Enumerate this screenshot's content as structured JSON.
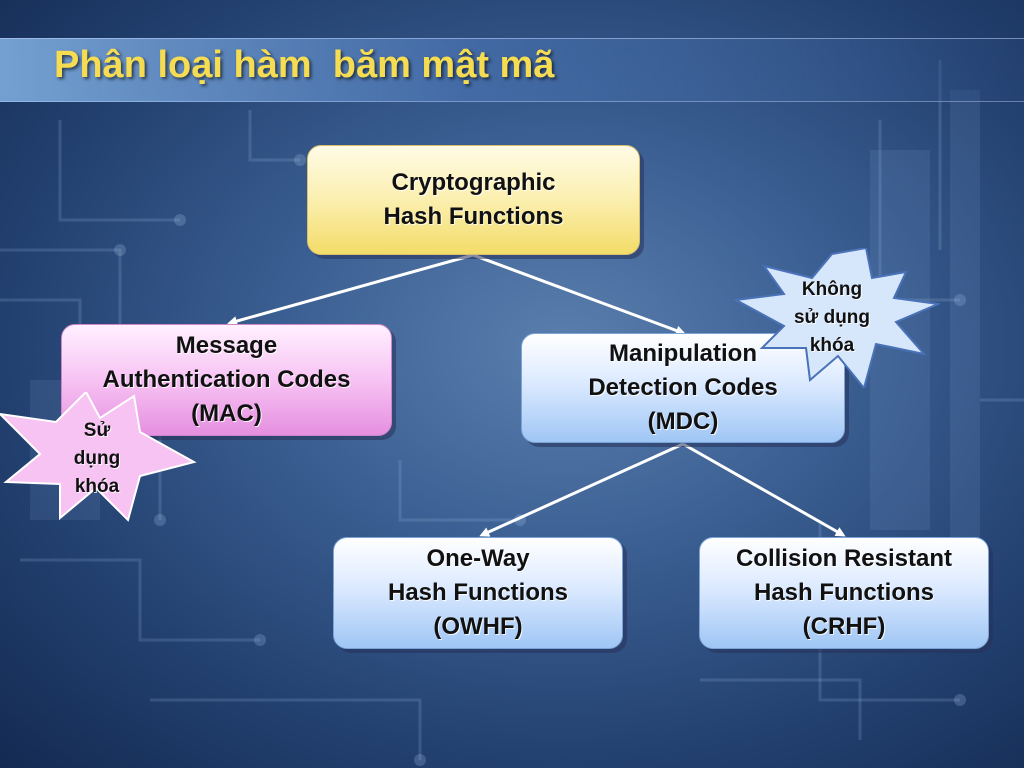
{
  "slide": {
    "title": "Phân loại hàm  băm mật mã"
  },
  "diagram": {
    "root": {
      "lines": [
        "Cryptographic",
        "Hash Functions"
      ]
    },
    "mac": {
      "lines": [
        "Message",
        "Authentication Codes",
        "(MAC)"
      ]
    },
    "mdc": {
      "lines": [
        "Manipulation",
        "Detection Codes",
        "(MDC)"
      ]
    },
    "owhf": {
      "lines": [
        "One-Way",
        "Hash Functions",
        "(OWHF)"
      ]
    },
    "crhf": {
      "lines": [
        "Collision Resistant",
        "Hash Functions",
        "(CRHF)"
      ]
    },
    "callouts": {
      "uses_key": {
        "lines": [
          "Sử",
          "dụng",
          "khóa"
        ]
      },
      "no_key": {
        "lines": [
          "Không",
          "sử dụng",
          "khóa"
        ]
      }
    }
  },
  "colors": {
    "title": "#f5dc52",
    "root_fill": "#fbefaf",
    "mac_fill": "#f7c3f3",
    "mdc_fill": "#dceaff",
    "connector": "#ffffff"
  }
}
